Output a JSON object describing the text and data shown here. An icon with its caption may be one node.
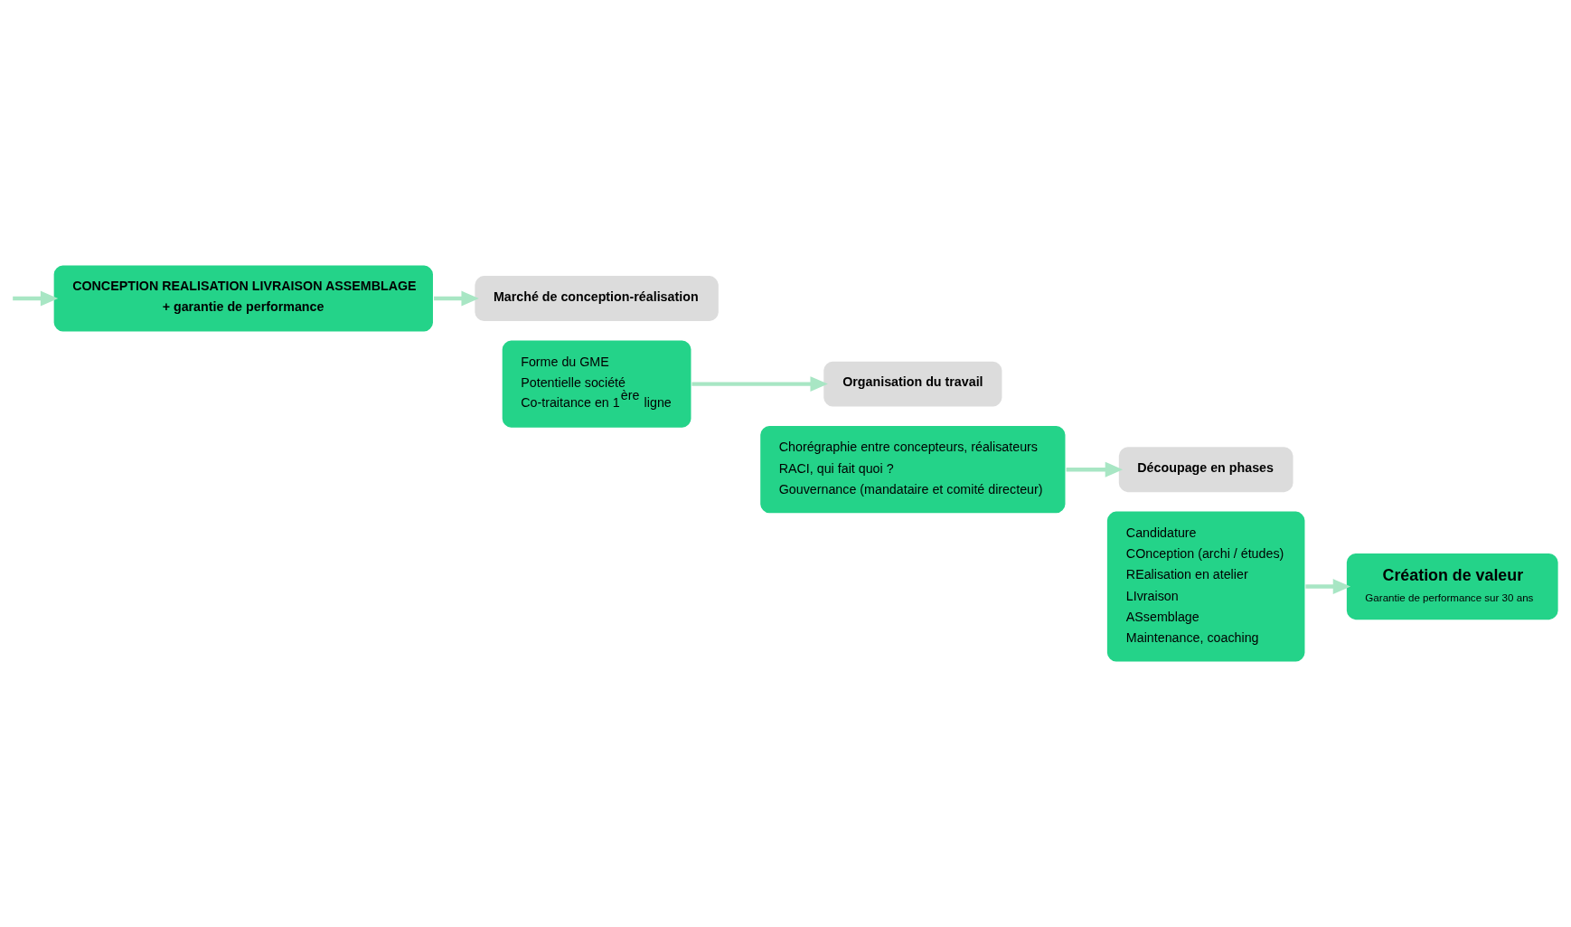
{
  "diagram": {
    "nodes": [
      {
        "text": [
          "CONCEPTION REALISATION LIVRAISON ASSEMBLAGE",
          "+ garantie de performance"
        ]
      },
      {
        "text": [
          "Marché de conception-réalisation"
        ]
      },
      {
        "text": [
          "Forme du GME",
          "Potentielle société",
          "Co-traitance en 1$^{ère}$ ligne"
        ]
      },
      {
        "text": [
          "Organisation du travail"
        ]
      },
      {
        "text": [
          "Chorégraphie entre concepteurs, réalisateurs",
          "RACI, qui fait quoi ?",
          "Gouvernance (mandataire et comité directeur)"
        ]
      },
      {
        "text": [
          "Découpage en phases"
        ]
      },
      {
        "text": [
          "Candidature",
          "COnception (archi / études)",
          "REalisation en atelier",
          "LIvraison",
          "ASsemblage",
          "Maintenance, coaching"
        ]
      },
      {
        "text": [
          "Création de valeur",
          "Garantie de performance sur 30 ans"
        ]
      }
    ],
    "edges": [
      {
        "from": null,
        "to": 0,
        "arrow": "to"
      },
      {
        "from": 0,
        "to": 1,
        "arrow": "to"
      },
      {
        "from": 2,
        "to": 3,
        "arrow": "to"
      },
      {
        "from": 4,
        "to": 5,
        "arrow": "to"
      },
      {
        "from": 6,
        "to": 7,
        "arrow": "to"
      }
    ]
  }
}
